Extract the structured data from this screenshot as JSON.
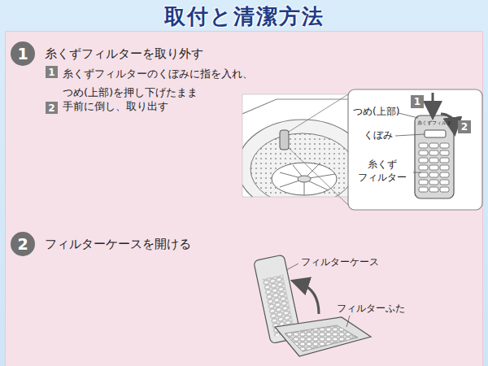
{
  "diagram": {
    "title": "取付と清潔方法",
    "nodes": [
      {
        "text": [
          "1"
        ]
      },
      {
        "text": [
          "1"
        ]
      },
      {
        "text": [
          "2"
        ]
      },
      {
        "text": [
          "1"
        ]
      },
      {
        "text": [
          "2"
        ]
      },
      {
        "text": [
          "2"
        ]
      }
    ],
    "labels": [
      "糸くずフィルターを取り外す",
      "糸くずフィルターのくぼみに指を入れ、 つめ(上部)を押し下げたまま",
      "手前に倒し、取り出す",
      "つめ(上部)",
      "くぼみ",
      "糸くず フィルター",
      "糸くずフィルタ",
      "フィルターケースを開ける",
      "フィルターケース",
      "フィルターふた"
    ]
  }
}
